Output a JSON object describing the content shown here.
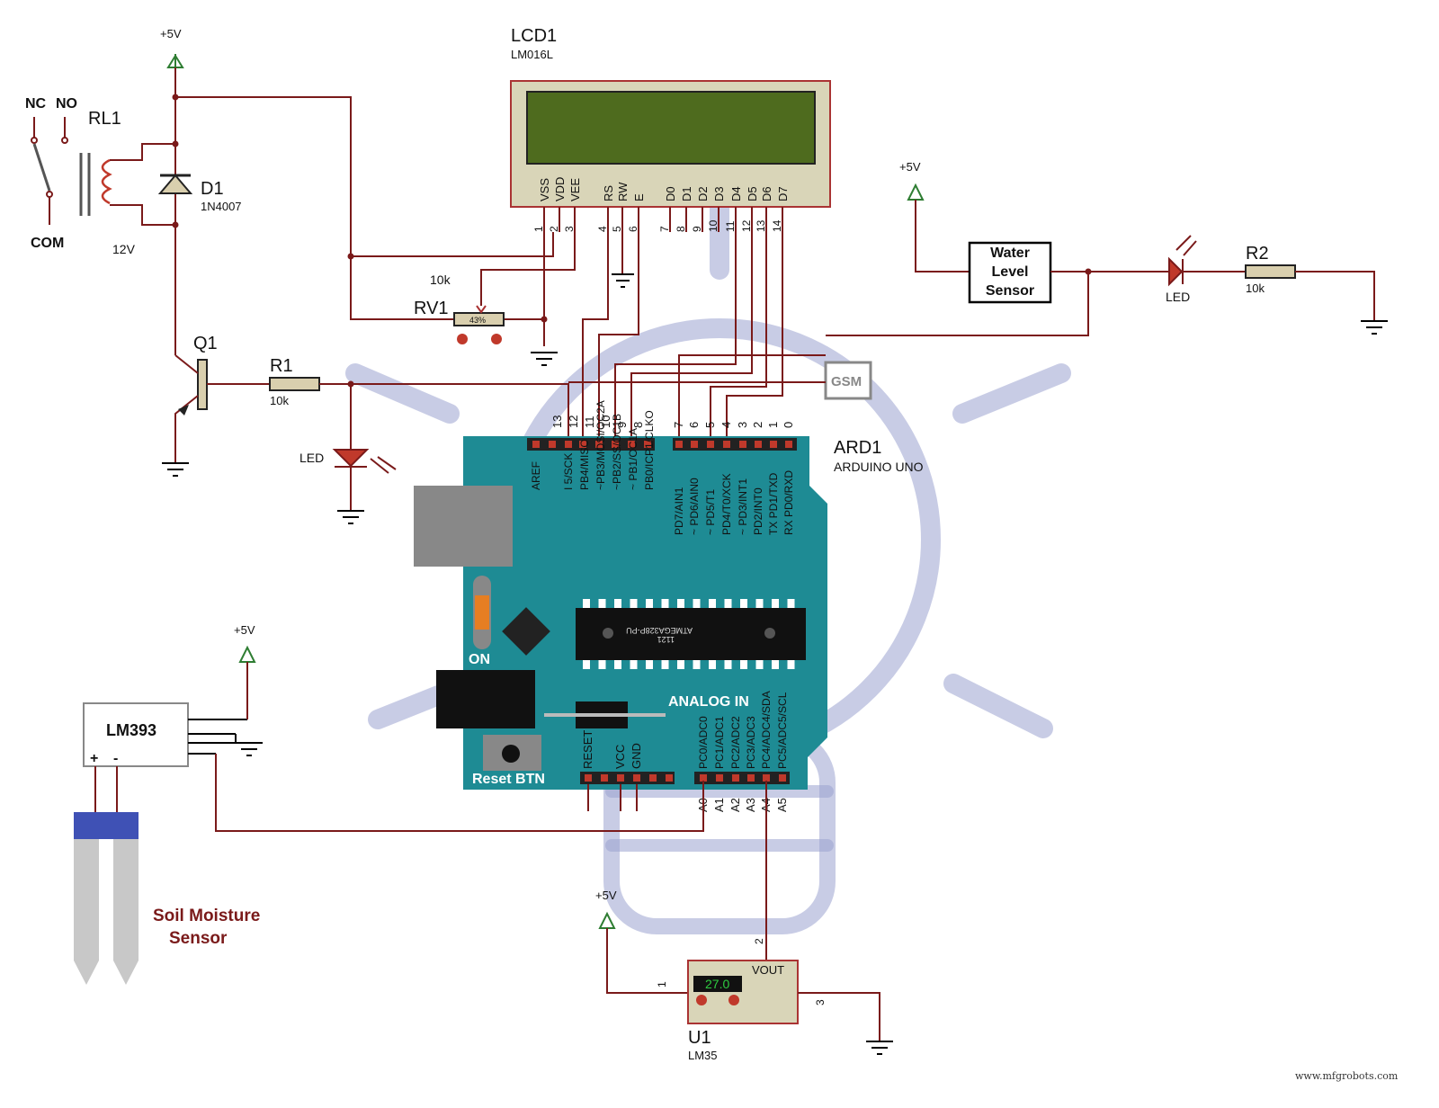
{
  "supply_label": "+5V",
  "relay": {
    "ref": "RL1",
    "nc": "NC",
    "no": "NO",
    "com": "COM",
    "voltage": "12V"
  },
  "diode": {
    "ref": "D1",
    "part": "1N4007"
  },
  "transistor": {
    "ref": "Q1"
  },
  "resistors": {
    "r1": {
      "ref": "R1",
      "value": "10k"
    },
    "r2": {
      "ref": "R2",
      "value": "10k"
    }
  },
  "pot": {
    "ref": "RV1",
    "value": "10k",
    "position": "43%"
  },
  "led_label": "LED",
  "lcd": {
    "ref": "LCD1",
    "part": "LM016L",
    "pins": [
      "VSS",
      "VDD",
      "VEE",
      "RS",
      "RW",
      "E",
      "D0",
      "D1",
      "D2",
      "D3",
      "D4",
      "D5",
      "D6",
      "D7"
    ],
    "pin_numbers": [
      "1",
      "2",
      "3",
      "4",
      "5",
      "6",
      "7",
      "8",
      "9",
      "10",
      "11",
      "12",
      "13",
      "14"
    ]
  },
  "water_sensor": {
    "line1": "Water",
    "line2": "Level",
    "line3": "Sensor"
  },
  "gsm_label": "GSM",
  "arduino": {
    "ref": "ARD1",
    "part": "ARDUINO UNO",
    "left_header_numbers": [
      "13",
      "12",
      "11",
      "10",
      "9",
      "8"
    ],
    "left_header_labels": [
      "AREF",
      "I 5/SCK",
      "PB4/MISO",
      "~PB3/MOSI/OC2A",
      "~PB2/SS/OC1B",
      "~ PB1/OC1A",
      "PB0/ICP1/CLKO"
    ],
    "right_header_numbers": [
      "7",
      "6",
      "5",
      "4",
      "3",
      "2",
      "1",
      "0"
    ],
    "right_header_labels": [
      "PD7/AIN1",
      "~ PD6/AIN0",
      "~ PD5/T1",
      "PD4/T0/XCK",
      "~ PD3/INT1",
      "PD2/INT0",
      "TX PD1/TXD",
      "RX PD0/RXD"
    ],
    "chip_text1": "ATMEGA328P-PU",
    "chip_text2": "1121",
    "on_label": "ON",
    "analog_label": "ANALOG IN",
    "reset_label": "Reset BTN",
    "power_labels": [
      "RESET",
      "VCC",
      "GND"
    ],
    "analog_labels": [
      "PC0/ADC0",
      "PC1/ADC1",
      "PC2/ADC2",
      "PC3/ADC3",
      "PC4/ADC4/SDA",
      "PC5/ADC5/SCL"
    ],
    "analog_pins": [
      "A0",
      "A1",
      "A2",
      "A3",
      "A4",
      "A5"
    ]
  },
  "comparator": {
    "label": "LM393",
    "plus": "+",
    "minus": "-"
  },
  "soil": {
    "line1": "Soil Moisture",
    "line2": "Sensor"
  },
  "lm35": {
    "ref": "U1",
    "part": "LM35",
    "display": "27.0",
    "vout": "VOUT",
    "pin1": "1",
    "pin2": "2",
    "pin3": "3"
  },
  "watermark": "www.mfgrobots.com",
  "colors": {
    "wire": "#7a1a1a",
    "board": "#1e8b94",
    "lcd_screen": "#4e6b1e",
    "soil_text": "#7a1a1a"
  }
}
